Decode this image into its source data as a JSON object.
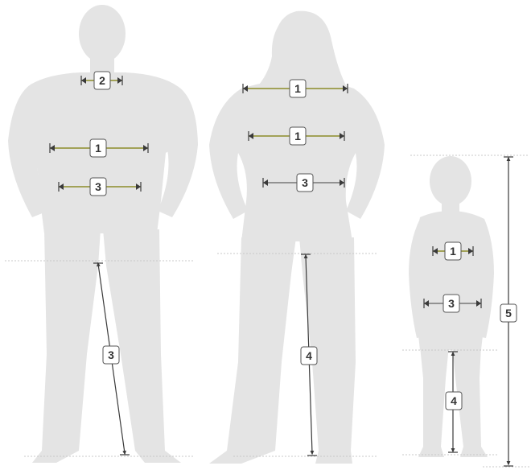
{
  "colors": {
    "silhouette": "#e4e4e4",
    "guide": "#c8c8c8",
    "olive": "#8c8b2a",
    "dark": "#3a3a3a",
    "grey": "#777777",
    "badge_border": "#555555",
    "badge_fill": "#ffffff"
  },
  "figures": [
    {
      "name": "man-silhouette"
    },
    {
      "name": "woman-silhouette"
    },
    {
      "name": "child-silhouette"
    }
  ],
  "measurements": {
    "man_neck": "2",
    "man_chest": "1",
    "man_waist": "3",
    "man_leg": "3",
    "woman_bust": "1",
    "woman_underbust": "1",
    "woman_waist": "3",
    "woman_leg": "4",
    "child_chest": "1",
    "child_waist": "3",
    "child_leg": "4",
    "child_height": "5"
  }
}
